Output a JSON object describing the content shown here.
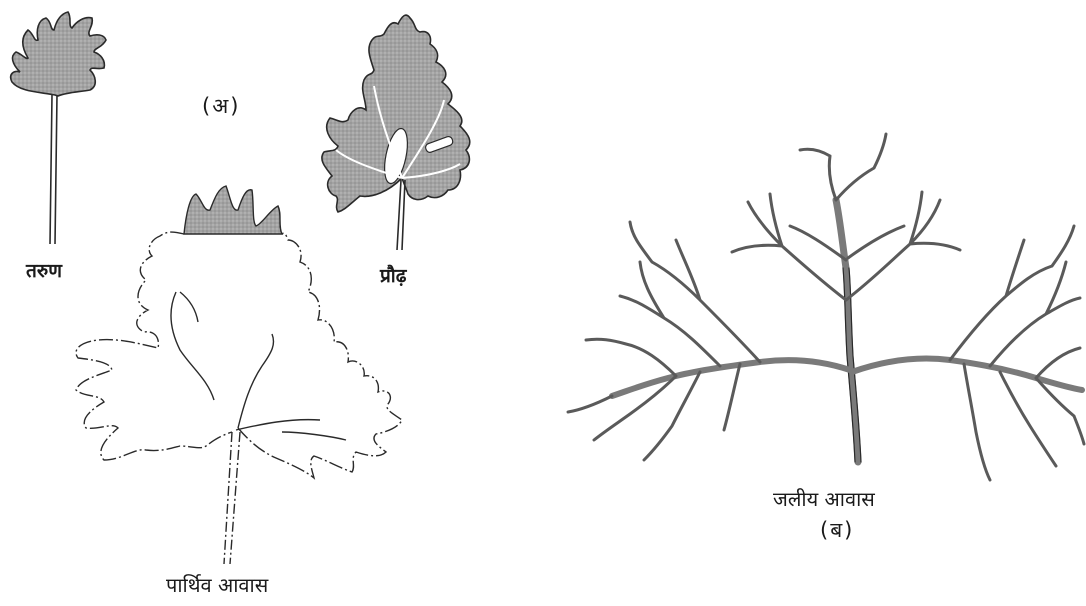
{
  "labels": {
    "panel_a": "(अ)",
    "young": "तरुण",
    "mature": "प्रौढ़",
    "terrestrial_habitat": "पार्थिव आवास",
    "aquatic_habitat": "जलीय आवास",
    "panel_b": "(ब)"
  },
  "colors": {
    "leaf_fill": "#9c9c9c",
    "stroke": "#2a2a2a",
    "background": "#ffffff"
  }
}
